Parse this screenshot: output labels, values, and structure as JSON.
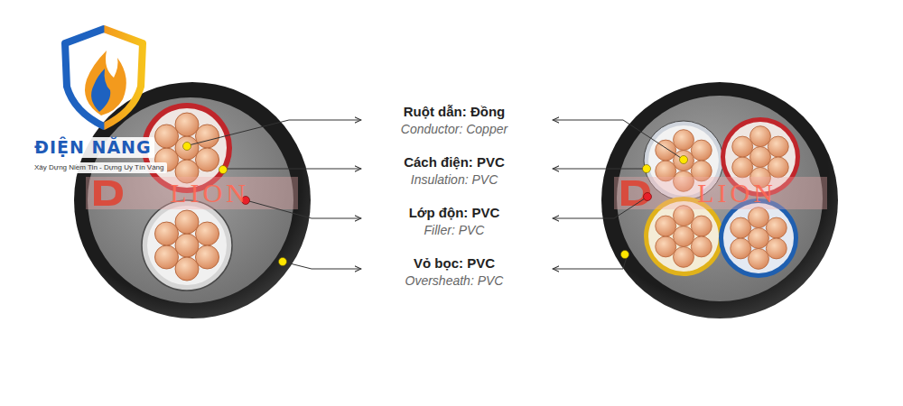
{
  "diagram": {
    "labels": [
      "ĐIỆN NĂNG",
      "Xây Dựng Niềm Tin - Dựng Uy Tín Vàng",
      "LION",
      "LION",
      "Ruột dẫn: Đồng",
      "Conductor: Copper",
      "Cách điện: PVC",
      "Insulation: PVC",
      "Lớp độn: PVC",
      "Filler: PVC",
      "Vỏ bọc: PVC",
      "Oversheath: PVC"
    ]
  }
}
